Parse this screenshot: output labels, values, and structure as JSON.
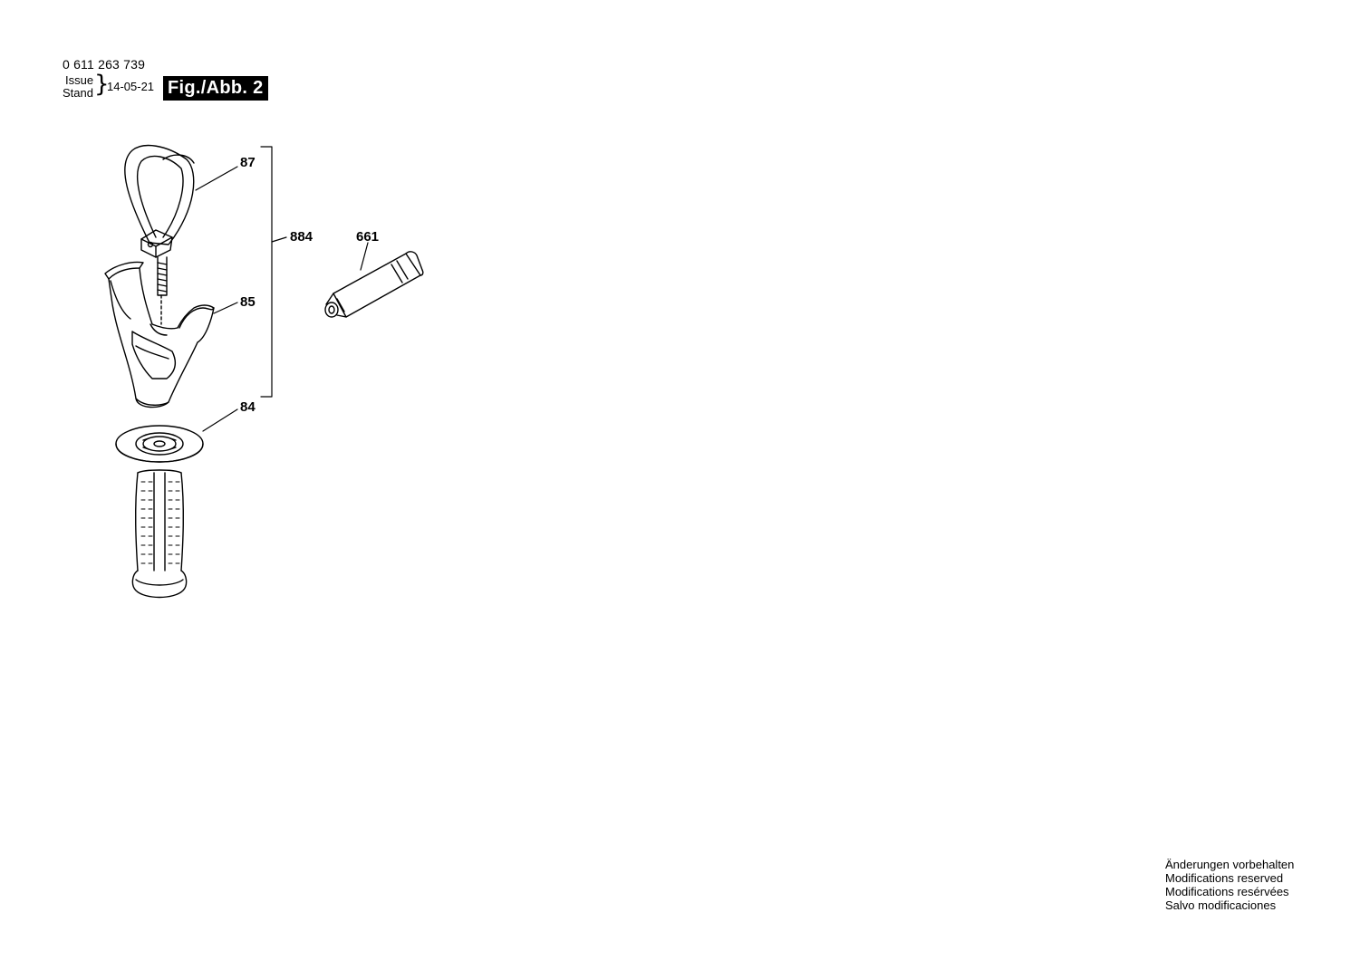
{
  "header": {
    "part_number": "0 611 263 739",
    "issue_label": "Issue",
    "stand_label": "Stand",
    "brace": "}",
    "date": "14-05-21",
    "figure_label": "Fig./Abb. 2"
  },
  "callouts": {
    "p87": "87",
    "p884": "884",
    "p85": "85",
    "p84": "84",
    "p661": "661"
  },
  "notes": [
    "Änderungen vorbehalten",
    "Modifications reserved",
    "Modifications resérvées",
    "Salvo modificaciones"
  ]
}
